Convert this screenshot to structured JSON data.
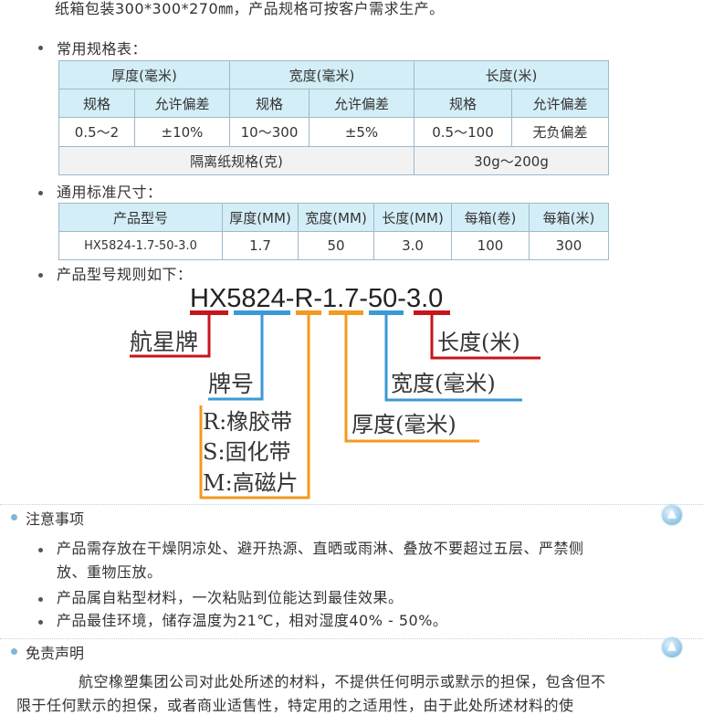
{
  "intro": {
    "packaging": "纸箱包装300*300*270㎜，产品规格可按客户需求生产。",
    "spec_table_title": "常用规格表："
  },
  "spec_table": {
    "group_headers": [
      "厚度(毫米)",
      "宽度(毫米)",
      "长度(米)"
    ],
    "sub_headers": [
      "规格",
      "允许偏差",
      "规格",
      "允许偏差",
      "规格",
      "允许偏差"
    ],
    "row": [
      "0.5～2",
      "±10%",
      "10～300",
      "±5%",
      "0.5～100",
      "无负偏差"
    ],
    "paper_label": "隔离纸规格(克)",
    "paper_value": "30g～200g"
  },
  "standard": {
    "title": "通用标准尺寸：",
    "headers": [
      "产品型号",
      "厚度(MM)",
      "宽度(MM)",
      "长度(MM)",
      "每箱(卷)",
      "每箱(米)"
    ],
    "row": [
      "HX5824-1.7-50-3.0",
      "1.7",
      "50",
      "3.0",
      "100",
      "300"
    ]
  },
  "model_rule": {
    "title": "产品型号规则如下：",
    "model": "HX5824-R-1.7-50-3.0",
    "brand": "航星牌",
    "number": "牌号",
    "type_r": "R:橡胶带",
    "type_s": "S:固化带",
    "type_m": "M:高磁片",
    "thickness": "厚度(毫米)",
    "width": "宽度(毫米)",
    "length": "长度(米)",
    "colors": {
      "red": "#c8141c",
      "blue": "#3a9ad6",
      "orange": "#f39a1e"
    }
  },
  "notes": {
    "title": "注意事项",
    "items": [
      "产品需存放在干燥阴凉处、避开热源、直晒或雨淋、叠放不要超过五层、严禁侧",
      "放、重物压放。",
      "产品属自粘型材料，一次粘贴到位能达到最佳效果。",
      "产品最佳环境，储存温度为21℃，相对湿度40% - 50%。"
    ]
  },
  "disclaimer": {
    "title": "免责声明",
    "line1": "航空橡塑集团公司对此处所述的材料，不提供任何明示或默示的担保，包含但不",
    "line2": "限于任何默示的担保，或者商业适售性，特定用的之适用性，由于此处所述材料的使"
  }
}
